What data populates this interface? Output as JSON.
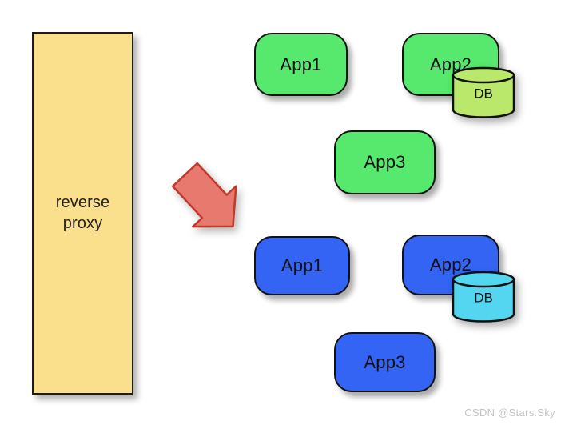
{
  "diagram": {
    "background_color": "#ffffff",
    "proxy": {
      "label": "reverse\nproxy",
      "fill_color": "#fae08c",
      "border_color": "#1c1c18"
    },
    "arrow": {
      "name": "flow-arrow",
      "fill_color": "#e8796f",
      "border_color": "#c0392b",
      "direction": "down-right"
    },
    "groups": [
      {
        "name": "green-group",
        "fill_color": "#57e86e",
        "db_fill_color": "#b9e86a",
        "nodes": [
          {
            "label": "App1"
          },
          {
            "label": "App2"
          },
          {
            "label": "App3"
          }
        ],
        "database": {
          "label": "DB",
          "attached_to": "App2"
        }
      },
      {
        "name": "blue-group",
        "fill_color": "#3464f4",
        "db_fill_color": "#55d6f0",
        "nodes": [
          {
            "label": "App1"
          },
          {
            "label": "App2"
          },
          {
            "label": "App3"
          }
        ],
        "database": {
          "label": "DB",
          "attached_to": "App2"
        }
      }
    ]
  },
  "watermark": {
    "text": "CSDN @Stars.Sky"
  }
}
